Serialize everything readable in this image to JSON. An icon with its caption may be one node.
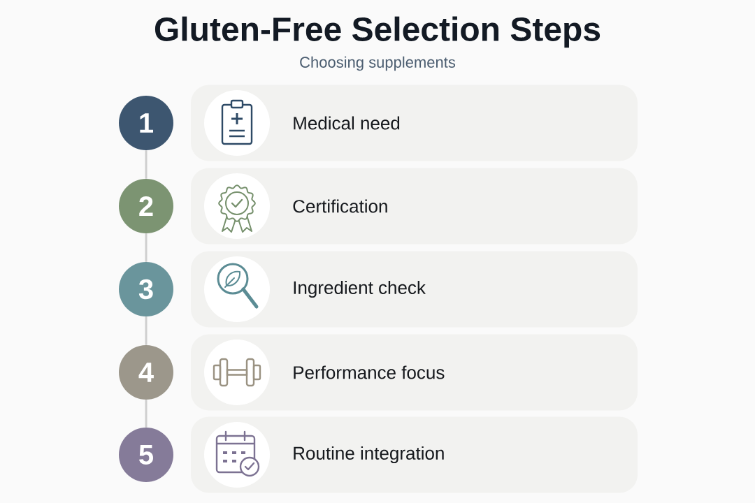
{
  "diagram": {
    "title": "Gluten-Free Selection Steps",
    "nodes": [
      {
        "text": [
          "1"
        ]
      },
      {
        "text": [
          "Medical need"
        ]
      },
      {
        "text": [
          "2"
        ]
      },
      {
        "text": [
          "Certification"
        ]
      },
      {
        "text": [
          "3"
        ]
      },
      {
        "text": [
          "Ingredient check"
        ]
      },
      {
        "text": [
          "4"
        ]
      },
      {
        "text": [
          "Performance focus"
        ]
      },
      {
        "text": [
          "5"
        ]
      },
      {
        "text": [
          "Routine integration"
        ]
      }
    ],
    "edges": [
      {
        "from": 0,
        "to": 2,
        "arrow": "none"
      },
      {
        "from": 2,
        "to": 4,
        "arrow": "none"
      },
      {
        "from": 4,
        "to": 6,
        "arrow": "none"
      },
      {
        "from": 6,
        "to": 8,
        "arrow": "none"
      }
    ],
    "labels": [
      "Choosing supplements"
    ]
  }
}
